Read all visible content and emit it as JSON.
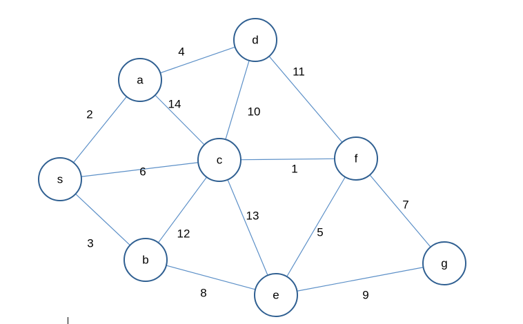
{
  "nodes": [
    {
      "id": "s",
      "label": "s"
    },
    {
      "id": "a",
      "label": "a"
    },
    {
      "id": "b",
      "label": "b"
    },
    {
      "id": "c",
      "label": "c"
    },
    {
      "id": "d",
      "label": "d"
    },
    {
      "id": "e",
      "label": "e"
    },
    {
      "id": "f",
      "label": "f"
    },
    {
      "id": "g",
      "label": "g"
    }
  ],
  "edges": [
    {
      "from": "a",
      "to": "d",
      "weight": "4"
    },
    {
      "from": "d",
      "to": "f",
      "weight": "11"
    },
    {
      "from": "s",
      "to": "a",
      "weight": "2"
    },
    {
      "from": "a",
      "to": "c",
      "weight": "14"
    },
    {
      "from": "d",
      "to": "c",
      "weight": "10"
    },
    {
      "from": "s",
      "to": "c",
      "weight": "6"
    },
    {
      "from": "c",
      "to": "f",
      "weight": "1"
    },
    {
      "from": "f",
      "to": "g",
      "weight": "7"
    },
    {
      "from": "s",
      "to": "b",
      "weight": "3"
    },
    {
      "from": "b",
      "to": "c",
      "weight": "12"
    },
    {
      "from": "c",
      "to": "e",
      "weight": "13"
    },
    {
      "from": "e",
      "to": "f",
      "weight": "5"
    },
    {
      "from": "b",
      "to": "e",
      "weight": "8"
    },
    {
      "from": "e",
      "to": "g",
      "weight": "9"
    }
  ],
  "colors": {
    "edge": "#5b8fc7",
    "node_border": "#2f5f91",
    "node_fill": "#ffffff",
    "text": "#000000"
  }
}
